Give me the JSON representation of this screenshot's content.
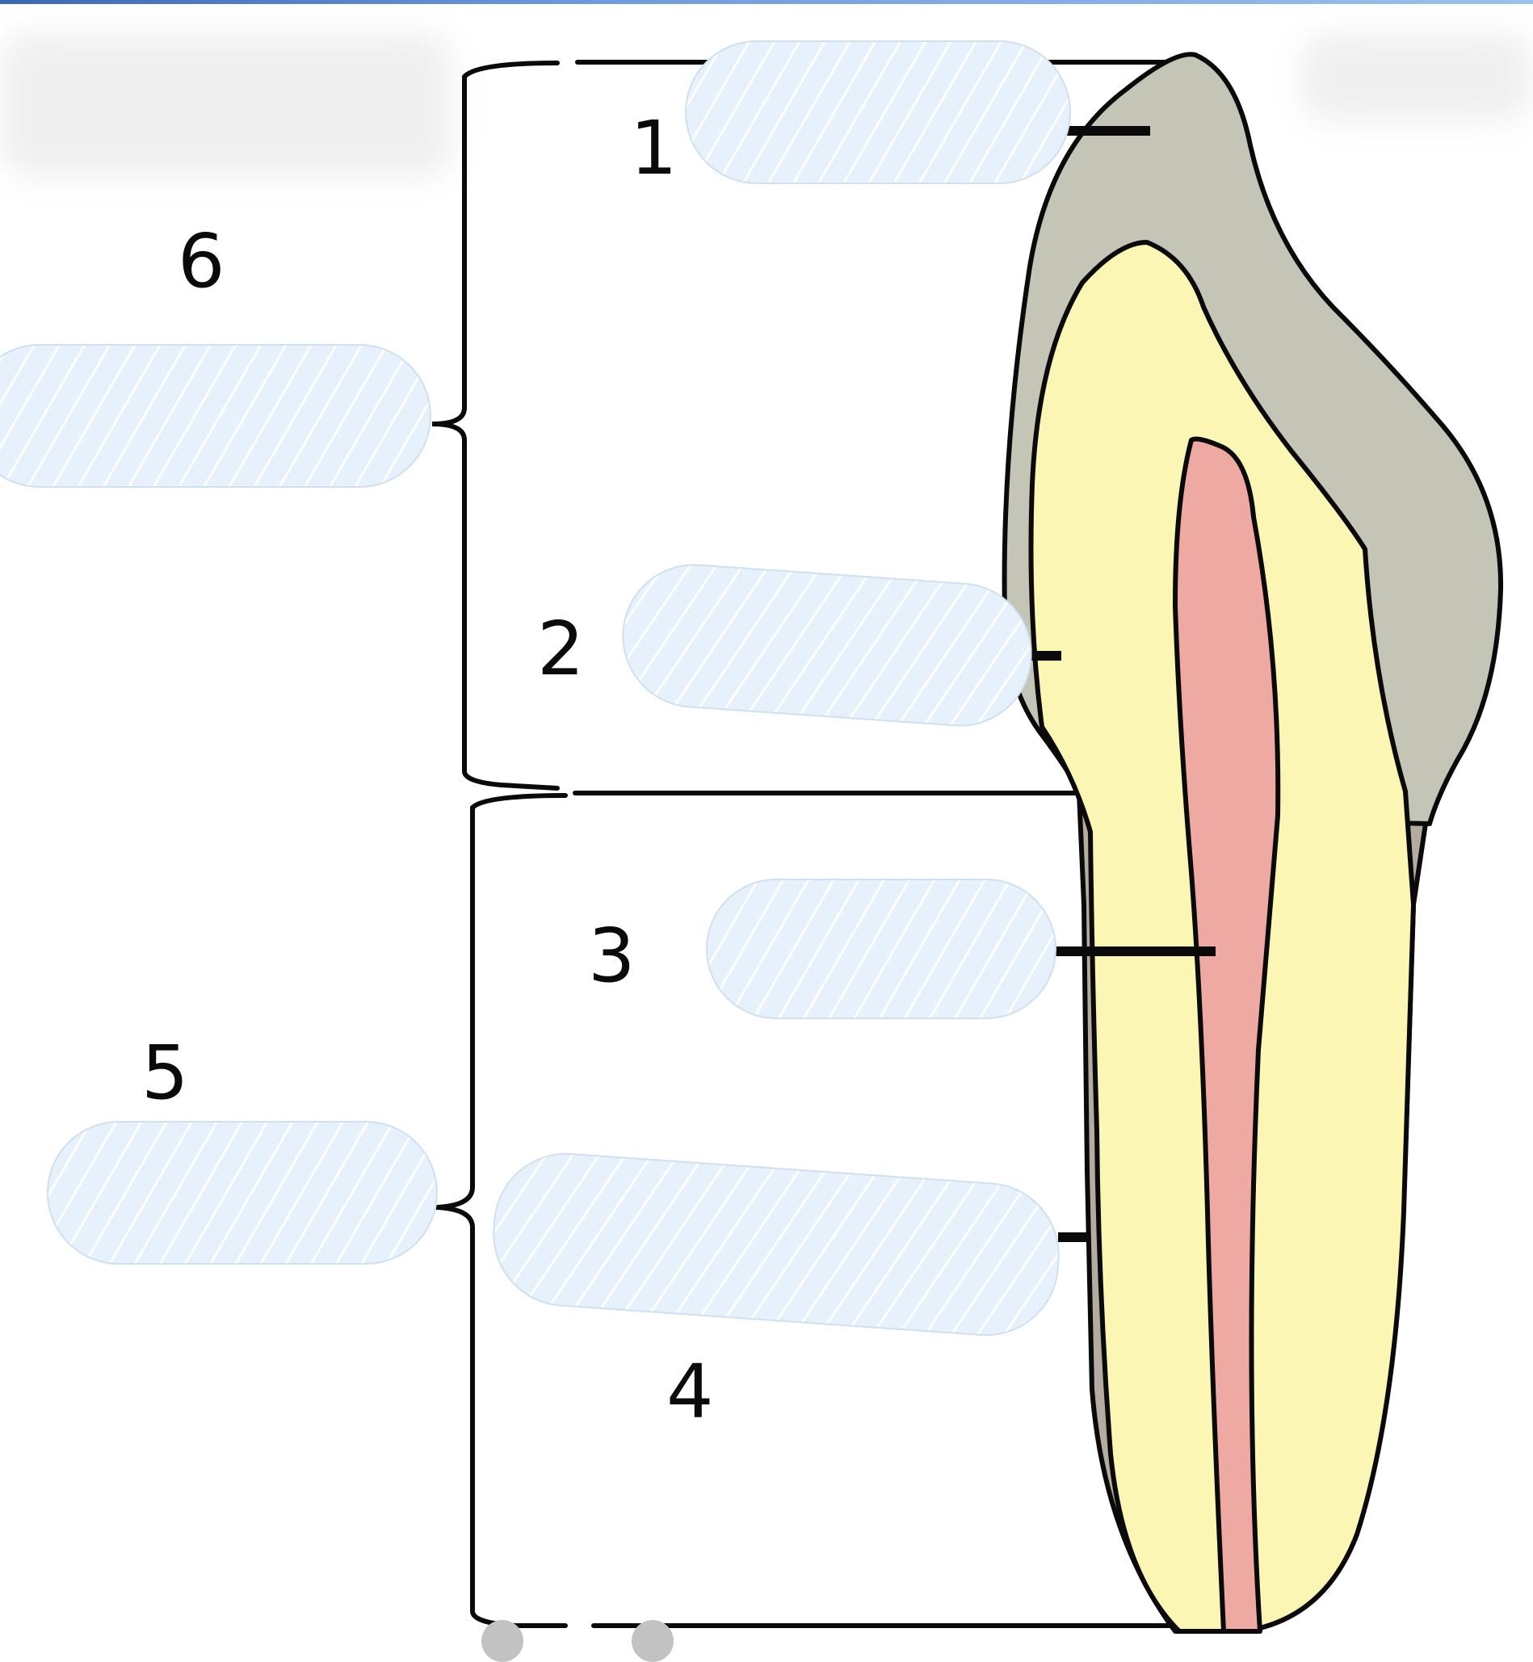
{
  "diagram": {
    "number_labels": [
      "1",
      "2",
      "3",
      "4",
      "5",
      "6"
    ]
  },
  "answer_boxes": [
    {
      "value": ""
    },
    {
      "value": ""
    },
    {
      "value": ""
    },
    {
      "value": ""
    },
    {
      "value": ""
    },
    {
      "value": ""
    }
  ],
  "colors": {
    "enamel": "#c4c5b7",
    "dentin": "#fbf6b4",
    "pulp": "#eeaaa2",
    "cementum": "#b4aca1",
    "outline": "#0a0a0a",
    "box_fill": "#e6f1fb"
  }
}
